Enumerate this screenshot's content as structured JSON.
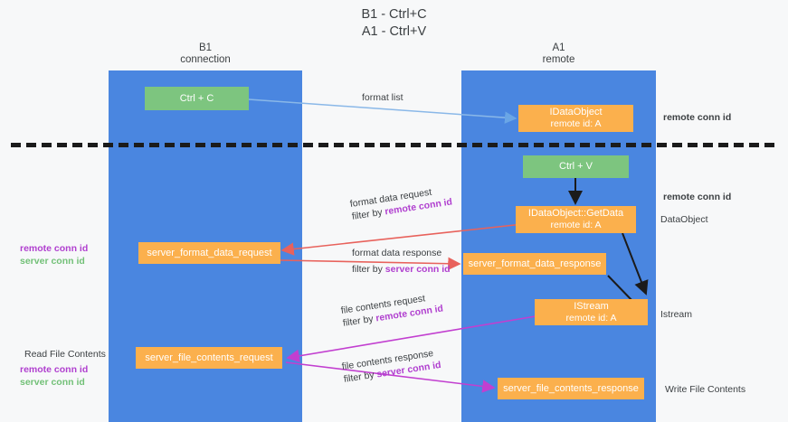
{
  "title": {
    "line1": "B1 - Ctrl+C",
    "line2": "A1 - Ctrl+V"
  },
  "lanes": [
    {
      "id": "b1",
      "title": "B1",
      "subtitle": "connection",
      "color": "#4a86e0"
    },
    {
      "id": "a1",
      "title": "A1",
      "subtitle": "remote",
      "color": "#4a86e0"
    }
  ],
  "nodes": {
    "ctrl_c": {
      "label": "Ctrl + C",
      "color": "#7dc57f"
    },
    "ctrl_v": {
      "label": "Ctrl + V",
      "color": "#7dc57f"
    },
    "idataobject": {
      "line1": "IDataObject",
      "line2": "remote id: A",
      "color": "#fbb04d"
    },
    "getdata": {
      "line1": "IDataObject::GetData",
      "line2": "remote id: A",
      "color": "#fbb04d"
    },
    "istream": {
      "line1": "IStream",
      "line2": "remote id: A",
      "color": "#fbb04d"
    },
    "server_format_data_request": {
      "label": "server_format_data_request",
      "color": "#fbb04d"
    },
    "server_format_data_response": {
      "label": "server_format_data_response",
      "color": "#fbb04d"
    },
    "server_file_contents_request": {
      "label": "server_file_contents_request",
      "color": "#fbb04d"
    },
    "server_file_contents_response": {
      "label": "server_file_contents_response",
      "color": "#fbb04d"
    }
  },
  "edges": {
    "format_list": {
      "label": "format list",
      "color": "#8ab8e8"
    },
    "format_data_request": {
      "label": "format data request",
      "filter_prefix": "filter by ",
      "filter_key": "remote conn id",
      "color": "#e8625c"
    },
    "format_data_response": {
      "label": "format data response",
      "filter_prefix": "filter by ",
      "filter_key": "server conn id",
      "color": "#e8625c"
    },
    "file_contents_request": {
      "label": "file contents request",
      "filter_prefix": "filter by ",
      "filter_key": "remote conn id",
      "color": "#c23fd0"
    },
    "file_contents_response": {
      "label": "file contents response",
      "filter_prefix": "filter by ",
      "filter_key": "server conn id",
      "color": "#c23fd0"
    }
  },
  "side_labels": {
    "right_top": {
      "text": "remote conn id",
      "color": "#b03fcf"
    },
    "right_mid": {
      "text": "remote conn id",
      "color": "#b03fcf"
    },
    "right_dataobject": {
      "text": "DataObject",
      "color": "#3c4043"
    },
    "right_istream": {
      "text": "Istream",
      "color": "#3c4043"
    },
    "right_write": {
      "text": "Write File Contents",
      "color": "#3c4043"
    },
    "left_mid_remote": {
      "text": "remote conn id",
      "color": "#b03fcf"
    },
    "left_mid_server": {
      "text": "server conn id",
      "color": "#72c077"
    },
    "left_read": {
      "text": "Read File Contents",
      "color": "#3c4043"
    },
    "left_bot_remote": {
      "text": "remote conn id",
      "color": "#b03fcf"
    },
    "left_bot_server": {
      "text": "server conn id",
      "color": "#72c077"
    }
  }
}
